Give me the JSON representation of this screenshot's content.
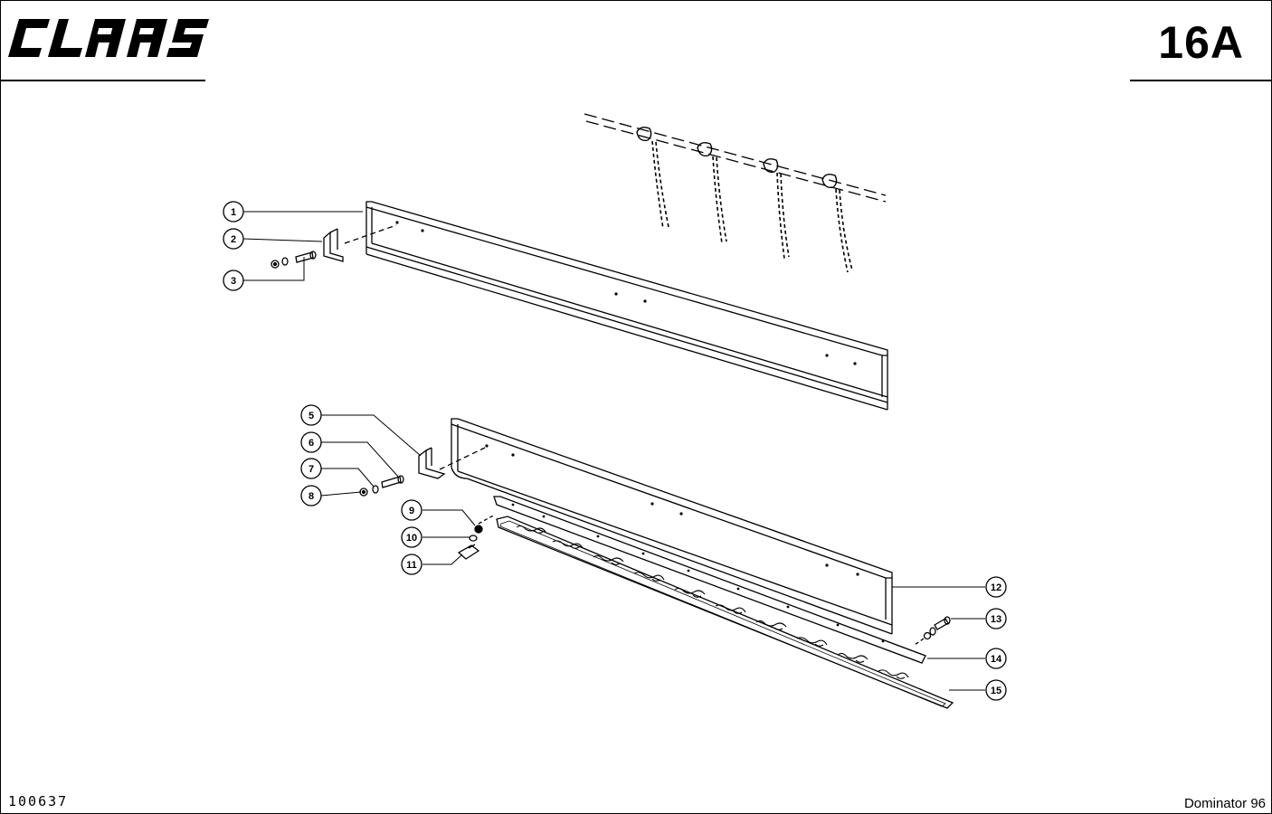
{
  "header": {
    "brand": "CLAAS",
    "page_number": "16A"
  },
  "footer": {
    "document_number": "100637",
    "model": "Dominator 96"
  },
  "callouts": [
    {
      "label": "1"
    },
    {
      "label": "2"
    },
    {
      "label": "3"
    },
    {
      "label": "5"
    },
    {
      "label": "6"
    },
    {
      "label": "7"
    },
    {
      "label": "8"
    },
    {
      "label": "9"
    },
    {
      "label": "10"
    },
    {
      "label": "11"
    },
    {
      "label": "12"
    },
    {
      "label": "13"
    },
    {
      "label": "14"
    },
    {
      "label": "15"
    }
  ]
}
